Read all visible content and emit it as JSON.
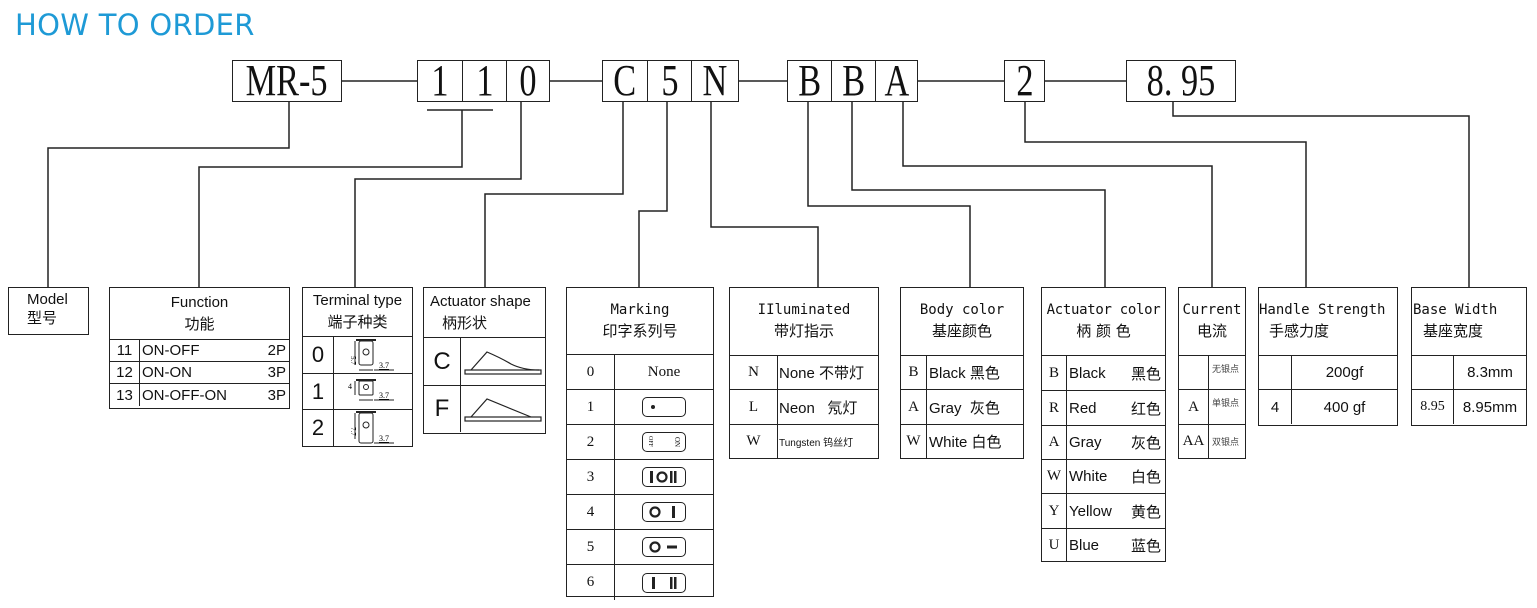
{
  "header": {
    "title": "HOW TO ORDER"
  },
  "code": {
    "model": "MR-5",
    "function_1": "1",
    "function_2": "1",
    "terminal": "0",
    "actuator_shape": "C",
    "marking": "5",
    "illuminated": "N",
    "body_color": "B",
    "actuator_color": "B",
    "current": "A",
    "handle_strength": "2",
    "base_width": "8. 95"
  },
  "model": {
    "title_en": "Model",
    "title_cn": "型号"
  },
  "function": {
    "title_en": "Function",
    "title_cn": "功能",
    "rows": [
      {
        "code": "11",
        "label": "ON-OFF",
        "poles": "2P"
      },
      {
        "code": "12",
        "label": "ON-ON",
        "poles": "3P"
      },
      {
        "code": "13",
        "label": "ON-OFF-ON",
        "poles": "3P"
      }
    ]
  },
  "terminal": {
    "title_en": "Terminal type",
    "title_cn": "端子种类",
    "rows": [
      {
        "code": "0",
        "height": "5.7",
        "width": "3.7"
      },
      {
        "code": "1",
        "height": "4",
        "width": "3.7"
      },
      {
        "code": "2",
        "height": "7.7",
        "width": "3.7"
      }
    ]
  },
  "actuator_shape": {
    "title_en": "Actuator shape",
    "title_cn": "柄形状",
    "rows": [
      {
        "code": "C",
        "icon": "curved-actuator-icon"
      },
      {
        "code": "F",
        "icon": "flat-actuator-icon"
      }
    ]
  },
  "marking": {
    "title_en": "Marking",
    "title_cn": "印字系列号",
    "rows": [
      {
        "code": "0",
        "label": "None"
      },
      {
        "code": "1",
        "icon": "dot-marking-icon"
      },
      {
        "code": "2",
        "icon": "off-on-marking-icon",
        "off": "OFF",
        "on": "ON"
      },
      {
        "code": "3",
        "icon": "i-o-ii-marking-icon"
      },
      {
        "code": "4",
        "icon": "o-i-marking-icon"
      },
      {
        "code": "5",
        "icon": "o-dash-marking-icon"
      },
      {
        "code": "6",
        "icon": "i-ii-marking-icon"
      }
    ]
  },
  "illuminated": {
    "title_en": "IIluminated",
    "title_cn": "带灯指示",
    "rows": [
      {
        "code": "N",
        "label": "None 不带灯"
      },
      {
        "code": "L",
        "label": "Neon   氖灯"
      },
      {
        "code": "W",
        "label": "Tungsten 钨丝灯"
      }
    ]
  },
  "body_color": {
    "title_en": "Body color",
    "title_cn": "基座颜色",
    "rows": [
      {
        "code": "B",
        "label": "Black 黑色"
      },
      {
        "code": "A",
        "label": "Gray  灰色"
      },
      {
        "code": "W",
        "label": "White 白色"
      }
    ]
  },
  "actuator_color": {
    "title_en": "Actuator color",
    "title_cn": "柄 颜 色",
    "rows": [
      {
        "code": "B",
        "label": "Black",
        "cn": "黑色"
      },
      {
        "code": "R",
        "label": "Red",
        "cn": "红色"
      },
      {
        "code": "A",
        "label": "Gray",
        "cn": "灰色"
      },
      {
        "code": "W",
        "label": "White",
        "cn": "白色"
      },
      {
        "code": "Y",
        "label": "Yellow",
        "cn": "黄色"
      },
      {
        "code": "U",
        "label": "Blue",
        "cn": "蓝色"
      }
    ]
  },
  "current": {
    "title_en": "Current",
    "title_cn": "电流",
    "rows": [
      {
        "code": "",
        "label": "无银点"
      },
      {
        "code": "A",
        "label": "单银点"
      },
      {
        "code": "AA",
        "label": "双银点"
      }
    ]
  },
  "handle_strength": {
    "title_en": "Handle Strength",
    "title_cn": "手感力度",
    "rows": [
      {
        "code": "",
        "label": "200gf"
      },
      {
        "code": "4",
        "label": "400 gf"
      }
    ]
  },
  "base_width": {
    "title_en": "Base Width",
    "title_cn": "基座宽度",
    "rows": [
      {
        "code": "",
        "label": "8.3mm"
      },
      {
        "code": "8.95",
        "label": "8.95mm"
      }
    ]
  }
}
